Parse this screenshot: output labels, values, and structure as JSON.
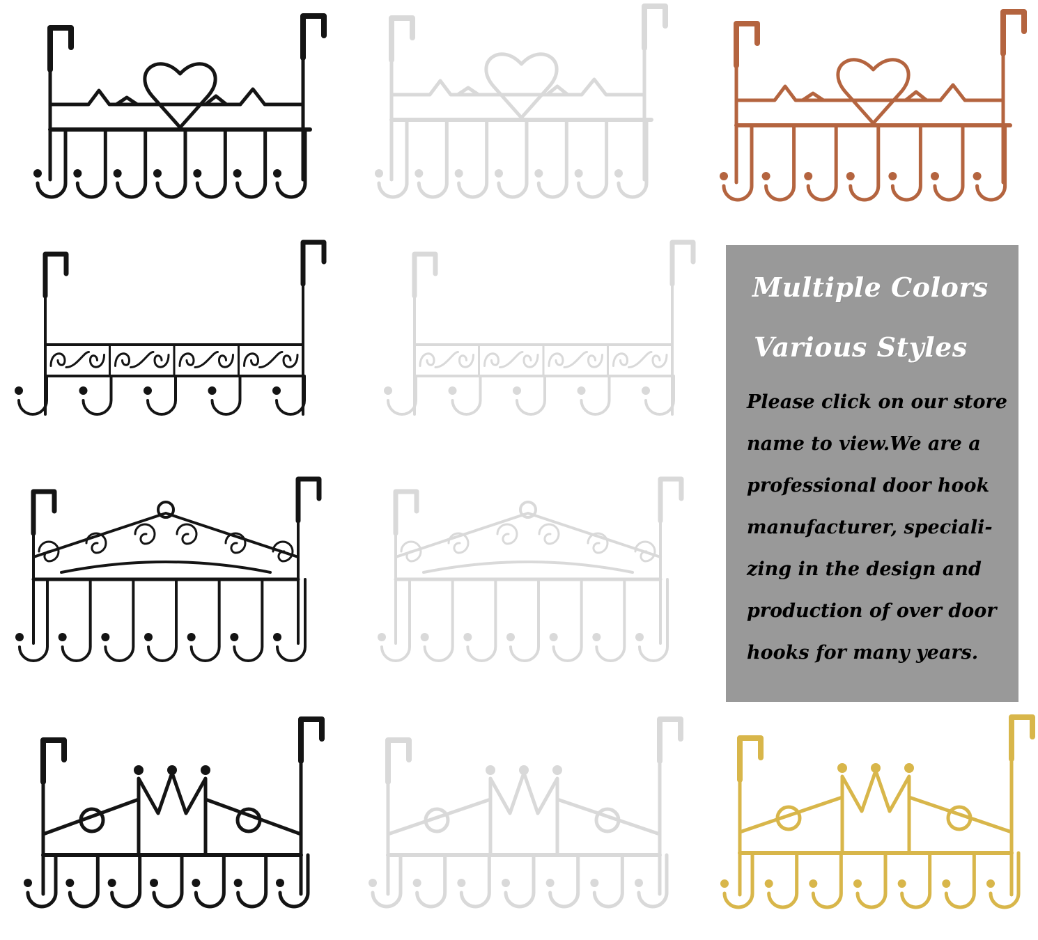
{
  "colors": {
    "black": "#141414",
    "white_stroke": "#d9d9d9",
    "bronze": "#b4643f",
    "gold": "#d8b64a",
    "panel": "#999999",
    "panel_heading_text": "#ffffff",
    "panel_body_text": "#000000"
  },
  "hangers": [
    {
      "style": "heart",
      "color": "black",
      "hooks": 7
    },
    {
      "style": "heart",
      "color": "white",
      "hooks": 7
    },
    {
      "style": "heart",
      "color": "bronze",
      "hooks": 7
    },
    {
      "style": "scroll-panel",
      "color": "black",
      "hooks": 5
    },
    {
      "style": "scroll-panel",
      "color": "white",
      "hooks": 5
    },
    {
      "style": "ornate-arch",
      "color": "black",
      "hooks": 7
    },
    {
      "style": "ornate-arch",
      "color": "white",
      "hooks": 7
    },
    {
      "style": "crown",
      "color": "black",
      "hooks": 7
    },
    {
      "style": "crown",
      "color": "white",
      "hooks": 7
    },
    {
      "style": "crown",
      "color": "gold",
      "hooks": 7
    }
  ],
  "info_panel": {
    "heading_1": "Multiple Colors",
    "heading_2": "Various Styles",
    "body_lines": [
      "Please click on our store",
      "name to view.We  are  a",
      "professional door hook",
      "manufacturer, speciali-",
      "zing in  the design  and",
      "production of over door",
      "hooks for many years."
    ]
  }
}
